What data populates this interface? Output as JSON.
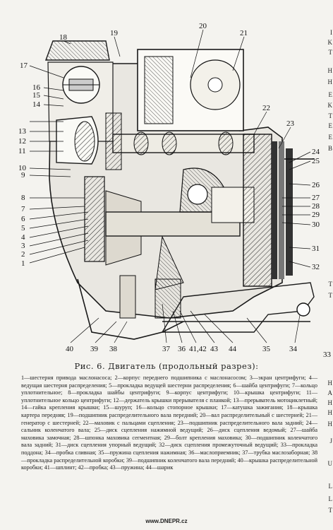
{
  "callouts": [
    "1",
    "2",
    "3",
    "4",
    "5",
    "6",
    "7",
    "8",
    "9",
    "10",
    "11",
    "12",
    "13",
    "14",
    "15",
    "16",
    "17",
    "18",
    "19",
    "20",
    "21",
    "22",
    "23",
    "24",
    "25",
    "26",
    "27",
    "28",
    "29",
    "30",
    "31",
    "32",
    "33",
    "34",
    "35",
    "36",
    "37",
    "38",
    "39",
    "40",
    "41,42",
    "43",
    "44"
  ],
  "caption": "Рис. 6. Двигатель (продольный разрез):",
  "legend": [
    "1—шестерня привода маслонасоса;",
    "2—корпус переднего подшипника с маслонасосом;",
    "3—экран центрифуги;",
    "4—ведущая шестерня распределения;",
    "5—прокладка ведущей шестерни распределения;",
    "6—шайба центрифуги;",
    "7—кольцо уплотнительное;",
    "8—прокладка шайбы центрифуги;",
    "9—корпус центрифуги;",
    "10—крышка центрифуги;",
    "11—уплотнительное кольцо центрифуги;",
    "12—держатель крышки прерывателя с планкой;",
    "13—прерыватель мотоциклетный;",
    "14—гайка крепления крышки;",
    "15—шуруп;",
    "16—кольцо стопорное крышки;",
    "17—катушка зажигания;",
    "18—крышка картера передняя;",
    "19—подшипник распределительного вала передний;",
    "20—вал распределительный с шестерней;",
    "21—генератор с шестерней;",
    "22—маховик с пальцами сцепления;",
    "23—подшипник распределительного вала задний;",
    "24—сальник коленчатого вала;",
    "25—диск сцепления нажимной ведущий;",
    "26—диск сцепления ведомый;",
    "27—шайба маховика замочная;",
    "28—шпонка маховика сегментная;",
    "29—болт крепления маховика;",
    "30—подшипник коленчатого вала задний;",
    "31—диск сцепления упорный ведущий;",
    "32—диск сцепления промежуточный ведущий;",
    "33—прокладка поддона;",
    "34—пробка сливная;",
    "35—пружина сцепления нажимная;",
    "36—маслоприемник;",
    "37—трубка маслозаборная;",
    "38—прокладка распределительной коробки;",
    "39—подшипник коленчатого вала передний;",
    "40—крышка распределительной коробки;",
    "41—шплинт;",
    "42—пробка;",
    "43—пружина;",
    "44—шарик"
  ],
  "edge_letters": [
    "I",
    "K",
    "T",
    "H",
    "H",
    "E",
    "K",
    "T",
    "E",
    "E",
    "B",
    "T",
    "T",
    "H",
    "A",
    "H",
    "H",
    "H",
    "J",
    "U",
    "L",
    "L",
    "T"
  ],
  "footer": "www.DNEPR.cz"
}
